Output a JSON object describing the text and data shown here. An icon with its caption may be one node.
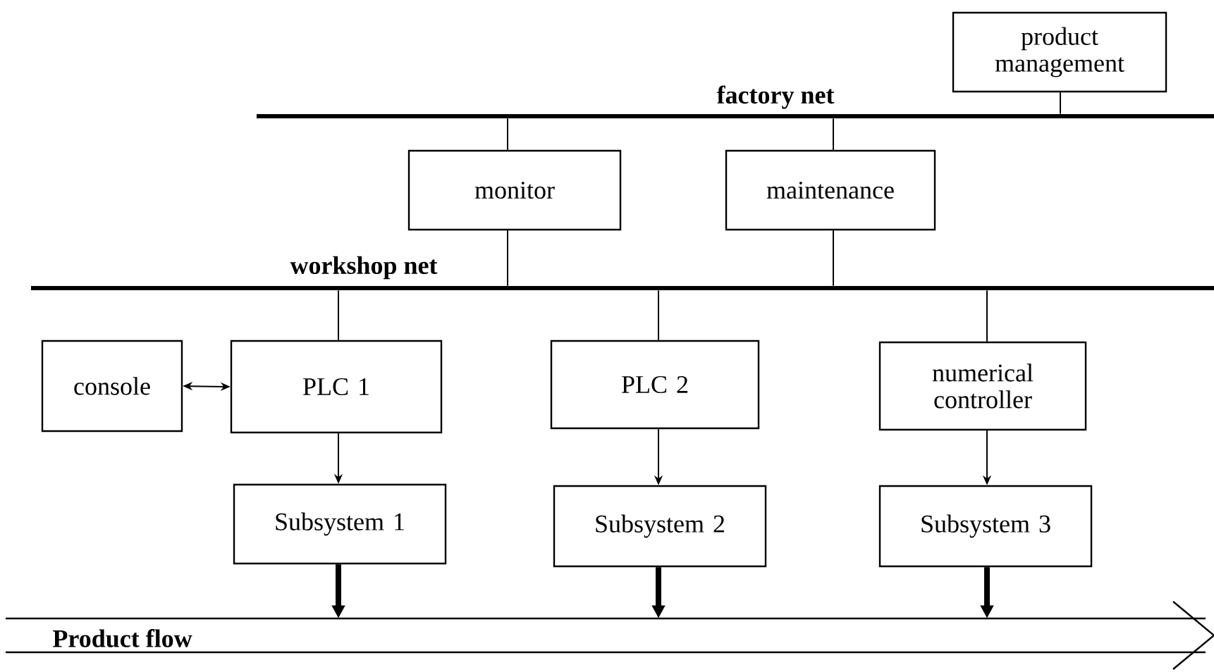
{
  "diagram": {
    "nodes": [
      {
        "text": [
          "product management"
        ]
      },
      {
        "text": [
          "factory net"
        ]
      },
      {
        "text": [
          "monitor"
        ]
      },
      {
        "text": [
          "maintenance"
        ]
      },
      {
        "text": [
          "workshop net"
        ]
      },
      {
        "text": [
          "console"
        ]
      },
      {
        "text": [
          "PLC 1"
        ]
      },
      {
        "text": [
          "PLC 2"
        ]
      },
      {
        "text": [
          "numerical controller"
        ]
      },
      {
        "text": [
          "Subsystem 1"
        ]
      },
      {
        "text": [
          "Subsystem 2"
        ]
      },
      {
        "text": [
          "Subsystem 3"
        ]
      },
      {
        "text": [
          "Product flow"
        ]
      }
    ],
    "edges": [
      {
        "from": 0,
        "to": 1,
        "arrow": "none"
      },
      {
        "from": 1,
        "to": 2,
        "arrow": "none"
      },
      {
        "from": 1,
        "to": 3,
        "arrow": "none"
      },
      {
        "from": 2,
        "to": 4,
        "arrow": "none"
      },
      {
        "from": 3,
        "to": 4,
        "arrow": "none"
      },
      {
        "from": 4,
        "to": 6,
        "arrow": "none"
      },
      {
        "from": 4,
        "to": 7,
        "arrow": "none"
      },
      {
        "from": 4,
        "to": 8,
        "arrow": "none"
      },
      {
        "from": 5,
        "to": 6,
        "arrow": "both"
      },
      {
        "from": 6,
        "to": 9,
        "arrow": "to"
      },
      {
        "from": 7,
        "to": 10,
        "arrow": "to"
      },
      {
        "from": 8,
        "to": 11,
        "arrow": "to"
      },
      {
        "from": 9,
        "to": 12,
        "arrow": "to",
        "style": "thick"
      },
      {
        "from": 10,
        "to": 12,
        "arrow": "to",
        "style": "thick"
      },
      {
        "from": 11,
        "to": 12,
        "arrow": "to",
        "style": "thick"
      }
    ]
  }
}
